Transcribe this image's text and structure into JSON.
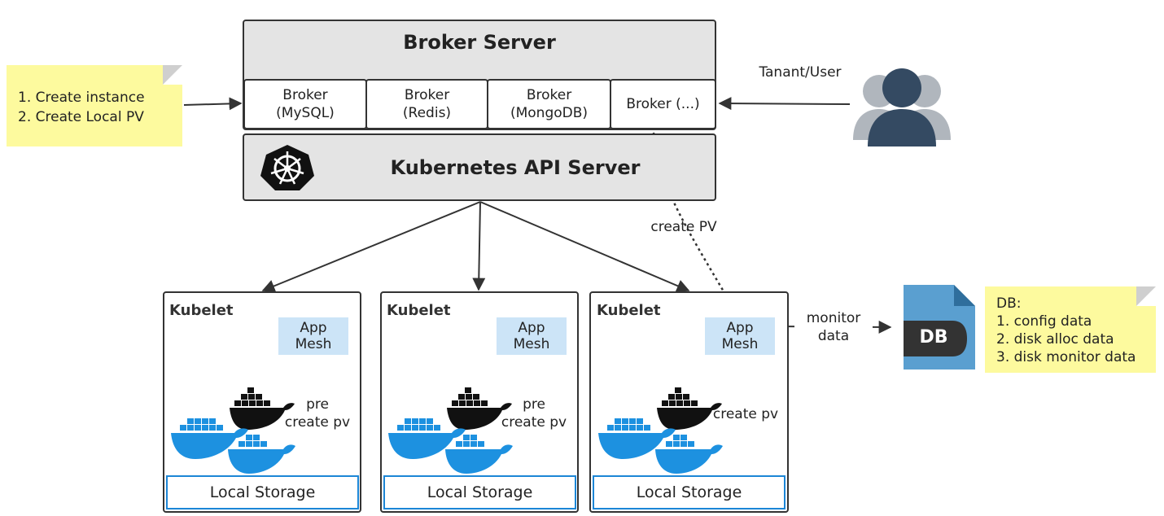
{
  "broker_server": {
    "title": "Broker Server",
    "brokers": [
      "Broker\n(MySQL)",
      "Broker\n(Redis)",
      "Broker\n(MongoDB)",
      "Broker (...)"
    ]
  },
  "api_server": {
    "title": "Kubernetes API Server"
  },
  "left_note": {
    "text": "1. Create instance\n2. Create Local PV"
  },
  "user": {
    "label": "Tanant/User"
  },
  "create_pv_label": "create PV",
  "nodes": [
    {
      "kubelet": "Kubelet",
      "mesh": "App\nMesh",
      "flow_label": "pre\ncreate pv",
      "storage": "Local Storage"
    },
    {
      "kubelet": "Kubelet",
      "mesh": "App\nMesh",
      "flow_label": "pre\ncreate pv",
      "storage": "Local Storage"
    },
    {
      "kubelet": "Kubelet",
      "mesh": "App\nMesh",
      "flow_label": "create pv",
      "storage": "Local Storage"
    }
  ],
  "monitor_label": "monitor\ndata",
  "db": {
    "icon_text": "DB"
  },
  "db_note": {
    "text": "DB:\n1. config data\n2. disk alloc data\n3. disk monitor data"
  },
  "colors": {
    "mesh_fill": "#cce4f7",
    "note_fill": "#fdfa9e",
    "docker_blue": "#1d91e0",
    "storage_border": "#1c86d6",
    "db_blue": "#5a9fd0"
  }
}
